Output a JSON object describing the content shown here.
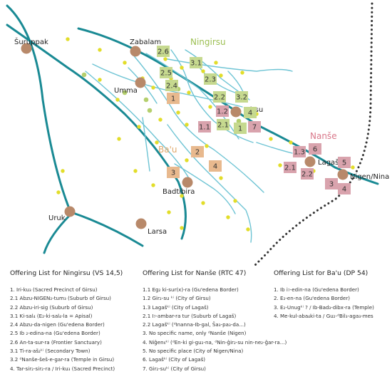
{
  "map": {
    "cities": {
      "shuruppak": "Šuruppak",
      "zabalam": "Zabalam",
      "umma": "Umma",
      "girsu": "Girsu",
      "lagash": "Lagaš",
      "nigen": "Nigen/Nina",
      "badtibira": "Badtibira",
      "uruk": "Uruk",
      "larsa": "Larsa"
    },
    "deities": {
      "ningirsu": "Ningirsu",
      "nanshe": "Nanše",
      "bau": "Ba'u"
    },
    "colors": {
      "ningirsu": "#c6d98f",
      "nanshe": "#d9a3ad",
      "bau": "#e8b98e",
      "deity_ningirsu_text": "#9cbf52",
      "deity_nanshe_text": "#d9788a",
      "deity_bau_text": "#e0a86a",
      "river_main": "#1a8a94",
      "river_branch": "#6ec4d4",
      "city": "#b8896a",
      "site_yellow": "#e2dd2a",
      "site_green": "#b4cf6d"
    },
    "ningirsu_labels": [
      "2.6",
      "2.5",
      "2.4",
      "3.1",
      "2.3",
      "2.2",
      "3.2",
      "2.1",
      "1",
      "4"
    ],
    "nanshe_labels": [
      "1.1",
      "1.2",
      "7",
      "6",
      "1.3",
      "2.1",
      "2.2",
      "5",
      "3",
      "4"
    ],
    "bau_labels": [
      "1",
      "2",
      "3",
      "4"
    ]
  },
  "lists": [
    {
      "title": "Offering List for Ningirsu (VS 14,5)",
      "items": [
        "1. Iri-ku₃ (Sacred Precinct of Girsu)",
        "2.1 Abzu-NIGEN₂-tum₃ (Suburb of Girsu)",
        "2.2 Abzu-iri-sig (Suburb of Girsu)",
        "3.1 Ki-sal₄ (E₂-ki-sal₄-la = Apisal)",
        "2.4 Abzu-da-nigen (Gu'edena Border)",
        "2.5 Ib ₂-edina-na (Gu'edena Border)",
        "2.6 An-ta-sur-ra (Frontier Sanctuary)",
        "3.1 Ti-ra-aš₂ᵏⁱ (Secondary Town)",
        "3.2 ᵈNanše-šeš-e-gar-ra (Temple in Girsu)",
        "4. Tar-sir₂-sir₂-ra / Iri-ku₃ (Sacred Precinct)"
      ]
    },
    {
      "title": "Offering List for Nanše (RTC 47)",
      "items": [
        "1.1 Eg₂ ki-sur(x)-ra (Gu'edena Border)",
        "1.2 Gir₂-su ᵏⁱ (City of Girsu)",
        "1.3 Lagašᵏⁱ (City of Lagaš)",
        "2.1 I₇-ambar-ra tur (Suburb of Lagaš)",
        "2.2 Lagašᵏⁱ (ᵈInanna-Ib-gal, Ša₃-pa₃-da...)",
        "3. No specific name, only ᵈNanše (Nigen)",
        "4. Niĝen₆ᵏⁱ (ᵈEn-ki gi-gu₂-na, ᵈNin-ĝir₂-su nin-ne₂-ĝar-ra...)",
        "5. No specific place (City of Nigen/Nina)",
        "6. Lagašᵏⁱ (City of Lagaš)",
        "7. Gir₂-suᵏⁱ (City of Girsu)"
      ]
    },
    {
      "title": "Offering List for Ba'u (DP 54)",
      "items": [
        "1. Ib i₇-edin-na (Gu'edena Border)",
        "2. E₂-en-na (Gu'edena Border)",
        "3. E₂-Unugᵏⁱ ? / Ib-Bad₃-dibx-ra (Temple)",
        "4. Me-kul-aba₄ki-ta / Gu₂-ᵈBil₃-aga₃-mes"
      ]
    }
  ]
}
